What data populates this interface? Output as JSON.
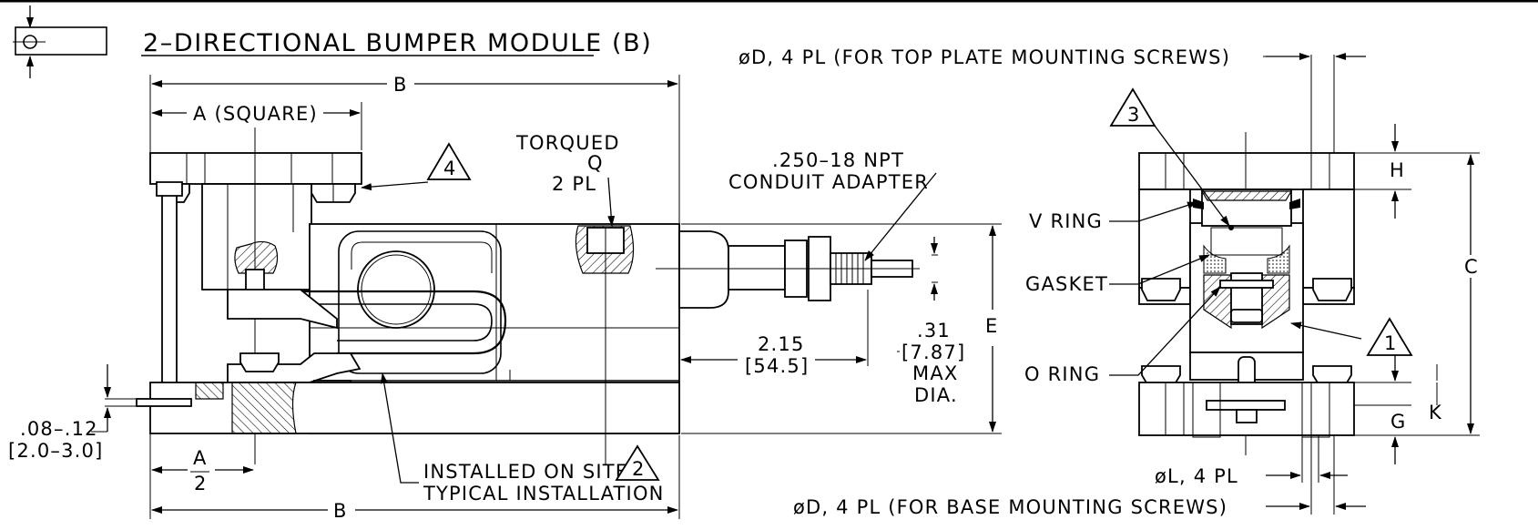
{
  "title": "2–DIRECTIONAL BUMPER MODULE (B)",
  "side_view": {
    "dim_b_top": "B",
    "dim_a_square": "A (SQUARE)",
    "note_4": "4",
    "torqued_l1": "TORQUED",
    "torqued_l2": "Q",
    "torqued_l3": "2 PL",
    "conduit_l1": ".250–18 NPT",
    "conduit_l2": "CONDUIT ADAPTER",
    "dim_215_l1": "2.15",
    "dim_215_l2": "[54.5]",
    "dim_31_l1": ".31",
    "dim_31_l2": "[7.87]",
    "dim_31_l3": "MAX",
    "dim_31_l4": "DIA.",
    "dim_e": "E",
    "gap_l1": ".08–.12",
    "gap_l2": "[2.0–3.0]",
    "a_half_num": "A",
    "a_half_den": "2",
    "install_l1": "INSTALLED ON SITE",
    "install_l2": "TYPICAL INSTALLATION",
    "note_2": "2",
    "dim_b_bottom": "B"
  },
  "end_view": {
    "top_screws": "øD, 4 PL (FOR TOP PLATE MOUNTING SCREWS)",
    "note_3": "3",
    "dim_h": "H",
    "dim_c": "C",
    "v_ring": "V RING",
    "gasket": "GASKET",
    "o_ring": "O RING",
    "note_1": "1",
    "dim_g": "G",
    "dim_k": "K",
    "dia_l": "øL, 4 PL",
    "base_screws": "øD, 4 PL (FOR BASE MOUNTING SCREWS)"
  }
}
